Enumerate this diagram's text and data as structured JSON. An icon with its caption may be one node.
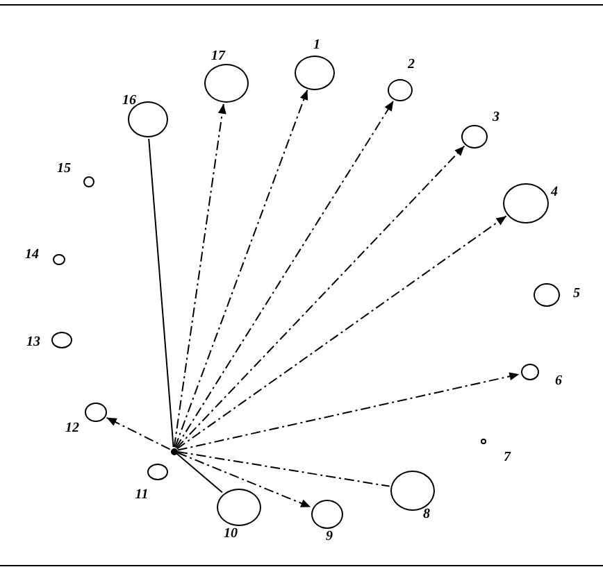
{
  "diagram": {
    "nodes": [
      {
        "text": [
          "1"
        ]
      },
      {
        "text": [
          "2"
        ]
      },
      {
        "text": [
          "3"
        ]
      },
      {
        "text": [
          "4"
        ]
      },
      {
        "text": [
          "5"
        ]
      },
      {
        "text": [
          "6"
        ]
      },
      {
        "text": [
          "7"
        ]
      },
      {
        "text": [
          "8"
        ]
      },
      {
        "text": [
          "9"
        ]
      },
      {
        "text": [
          "10"
        ]
      },
      {
        "text": [
          "11"
        ]
      },
      {
        "text": [
          "12"
        ]
      },
      {
        "text": [
          "13"
        ]
      },
      {
        "text": [
          "14"
        ]
      },
      {
        "text": [
          "15"
        ]
      },
      {
        "text": [
          "16"
        ]
      },
      {
        "text": [
          "17"
        ]
      },
      {
        "text": [],
        "shape": "circle"
      }
    ],
    "edges": [
      {
        "from": 17,
        "to": 0,
        "arrow": "to",
        "style": "dashed"
      },
      {
        "from": 17,
        "to": 1,
        "arrow": "to",
        "style": "dashed"
      },
      {
        "from": 17,
        "to": 2,
        "arrow": "to",
        "style": "dashed"
      },
      {
        "from": 17,
        "to": 3,
        "arrow": "to",
        "style": "dashed"
      },
      {
        "from": 17,
        "to": 5,
        "arrow": "to",
        "style": "dashed"
      },
      {
        "from": 17,
        "to": 7,
        "arrow": "none",
        "style": "dashed"
      },
      {
        "from": 17,
        "to": 8,
        "arrow": "to",
        "style": "dashed"
      },
      {
        "from": 17,
        "to": 9,
        "arrow": "none"
      },
      {
        "from": 17,
        "to": 11,
        "arrow": "to",
        "style": "dashed"
      },
      {
        "from": 17,
        "to": 15,
        "arrow": "none"
      },
      {
        "from": 17,
        "to": 16,
        "arrow": "to",
        "style": "dashed"
      }
    ]
  }
}
